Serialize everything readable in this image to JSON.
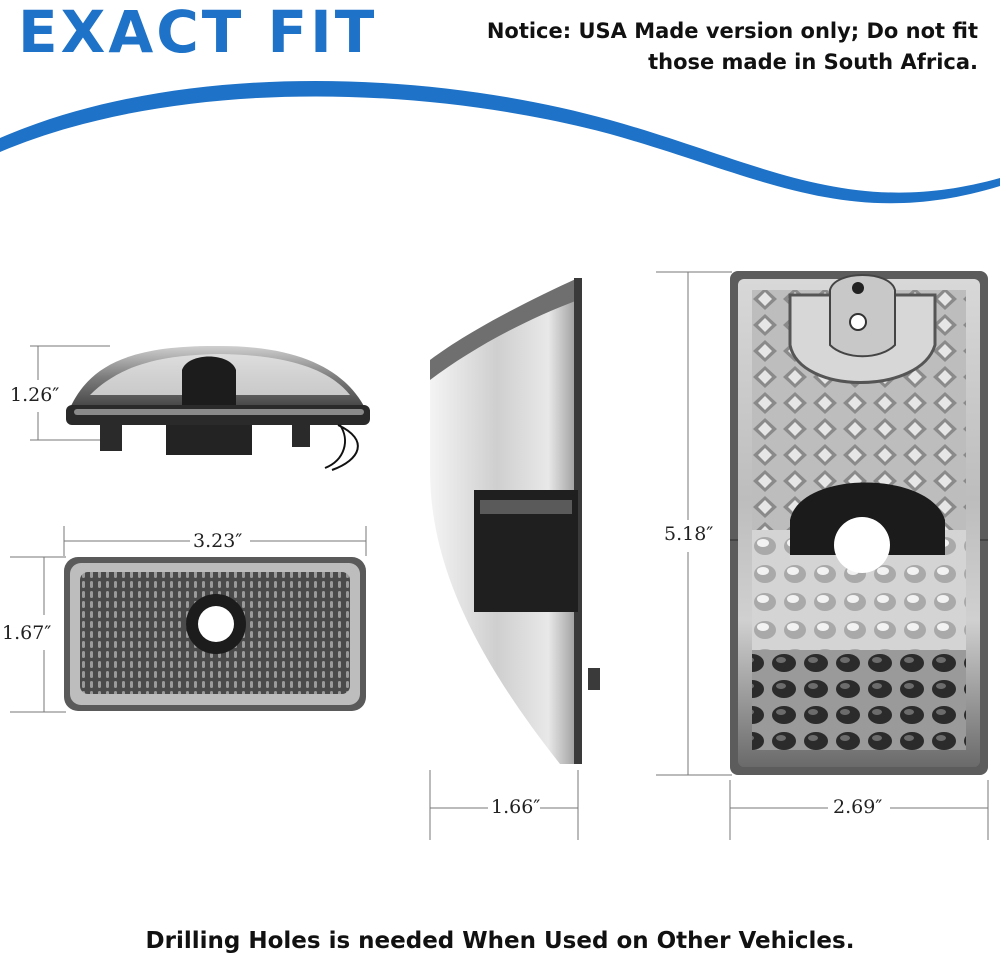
{
  "header": {
    "title": "EXACT FIT",
    "notice_line1": "Notice: USA Made version only; Do not fit",
    "notice_line2": "those made in South Africa."
  },
  "dimensions": {
    "side_height": "1.26″",
    "front_width": "3.23″",
    "front_height": "1.67″",
    "profile_depth": "1.66″",
    "top_length": "5.18″",
    "top_width": "2.69″"
  },
  "footer": {
    "text": "Drilling Holes is needed When Used on Other Vehicles."
  },
  "colors": {
    "accent_blue": "#1e72c8",
    "lens_dark": "#3a3a3a",
    "chrome": "#c9c9c9"
  }
}
